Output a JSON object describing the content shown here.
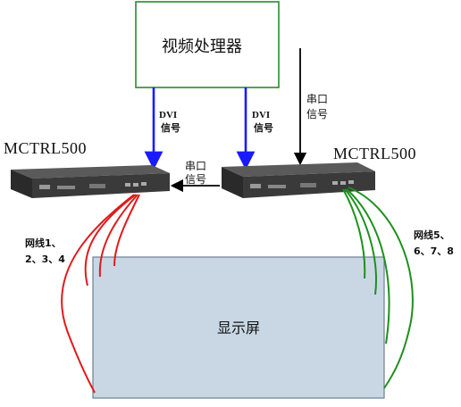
{
  "processor": {
    "label": "视频处理器",
    "border_color": "#2a8a2a"
  },
  "screen": {
    "label": "显示屏",
    "fill": "#c9d7e5"
  },
  "controllers": [
    {
      "model": "MCTRL500"
    },
    {
      "model": "MCTRL500"
    }
  ],
  "signals": {
    "dvi_left": [
      "DVI",
      "信号"
    ],
    "dvi_right": [
      "DVI",
      "信号"
    ],
    "serial_top": [
      "串口",
      "信号"
    ],
    "serial_mid": [
      "串口",
      "信号"
    ]
  },
  "cables": {
    "left": [
      "网线1、",
      "2、3、4"
    ],
    "right": [
      "网线5、",
      "6、7、8"
    ],
    "left_color": "#e01b1b",
    "right_color": "#1f8f1f"
  },
  "arrow_colors": {
    "dvi": "#1a1aff",
    "serial": "#000000"
  }
}
